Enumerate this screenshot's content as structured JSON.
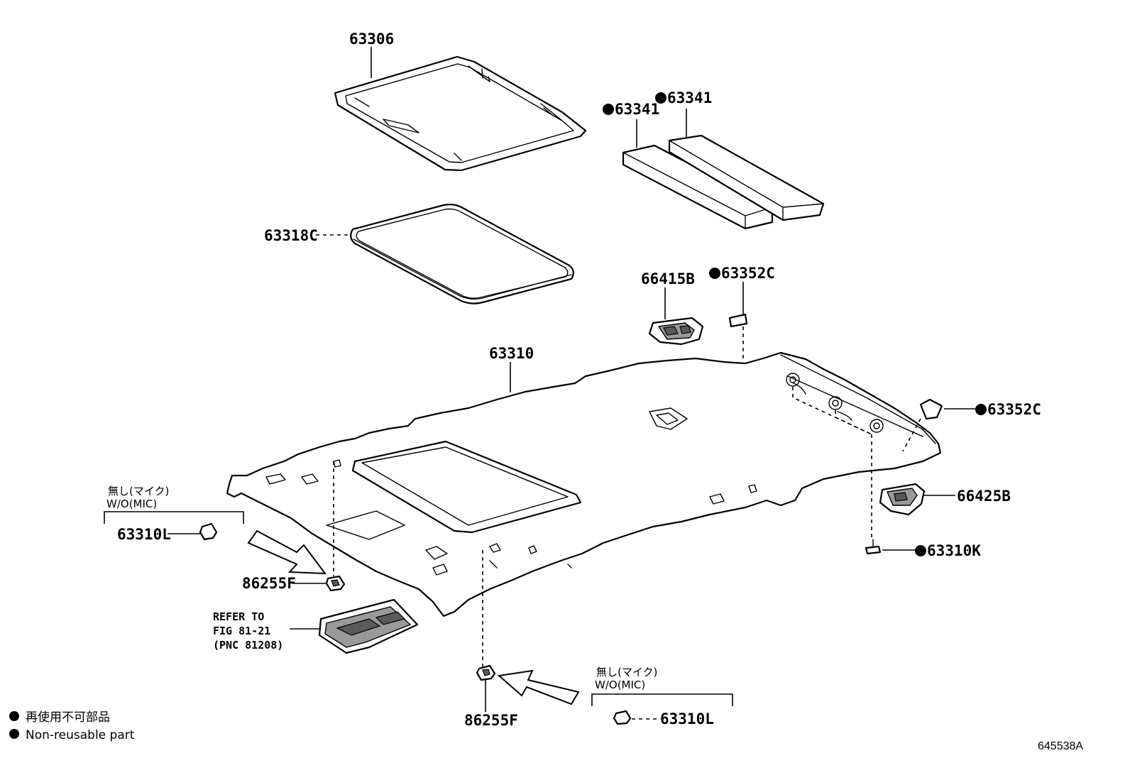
{
  "labels": {
    "p63306": "63306",
    "p63341a": "63341",
    "p63341b": "63341",
    "p63318C": "63318C",
    "p66415B": "66415B",
    "p63352Ca": "63352C",
    "p63310": "63310",
    "p63352Cb": "63352C",
    "p66425B": "66425B",
    "p63310K": "63310K",
    "p63310La": "63310L",
    "p86255Fa": "86255F",
    "p86255Fb": "86255F",
    "p63310Lb": "63310L"
  },
  "conditions": {
    "left": {
      "jp": "無し(マイク)",
      "en": "W/O(MIC)"
    },
    "right": {
      "jp": "無し(マイク)",
      "en": "W/O(MIC)"
    }
  },
  "refer": {
    "line1": "REFER TO",
    "line2": "FIG 81-21",
    "line3": "(PNC 81208)"
  },
  "legend": {
    "jp": "再使用不可部品",
    "en": "Non-reusable part"
  },
  "diagram_code": "645538A",
  "colors": {
    "line": "#000000",
    "background": "#ffffff",
    "shade": "#9a9a9a"
  }
}
